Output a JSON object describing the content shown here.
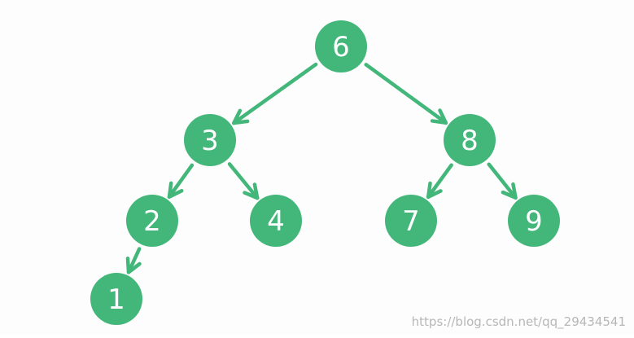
{
  "diagram": {
    "type": "binary-search-tree",
    "colors": {
      "node": "#43b77a",
      "edge": "#43b77a",
      "text": "#ffffff"
    },
    "nodes": [
      {
        "id": "n6",
        "label": "6"
      },
      {
        "id": "n3",
        "label": "3"
      },
      {
        "id": "n8",
        "label": "8"
      },
      {
        "id": "n2",
        "label": "2"
      },
      {
        "id": "n4",
        "label": "4"
      },
      {
        "id": "n7",
        "label": "7"
      },
      {
        "id": "n9",
        "label": "9"
      },
      {
        "id": "n1",
        "label": "1"
      }
    ],
    "edges": [
      {
        "from": "n6",
        "to": "n3"
      },
      {
        "from": "n6",
        "to": "n8"
      },
      {
        "from": "n3",
        "to": "n2"
      },
      {
        "from": "n3",
        "to": "n4"
      },
      {
        "from": "n8",
        "to": "n7"
      },
      {
        "from": "n8",
        "to": "n9"
      },
      {
        "from": "n2",
        "to": "n1"
      }
    ]
  },
  "watermark": "https://blog.csdn.net/qq_29434541"
}
